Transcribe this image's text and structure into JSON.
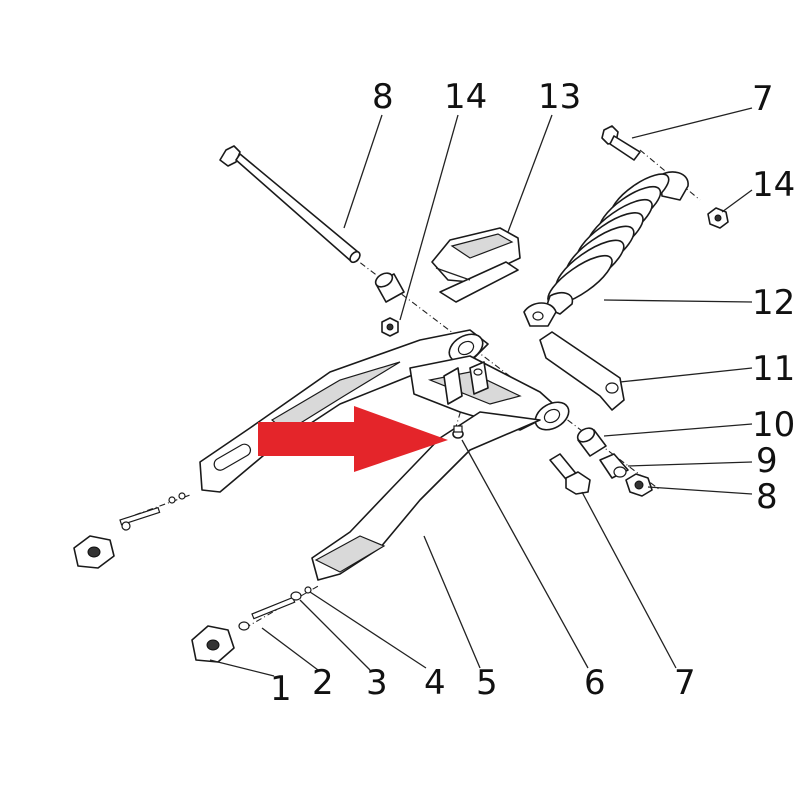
{
  "callouts": {
    "c8_top": "8",
    "c14_top": "14",
    "c13": "13",
    "c7_top": "7",
    "c14_right": "14",
    "c12": "12",
    "c11": "11",
    "c10": "10",
    "c9": "9",
    "c8_right": "8",
    "c1": "1",
    "c2": "2",
    "c3": "3",
    "c4": "4",
    "c5": "5",
    "c6": "6",
    "c7_bottom": "7"
  },
  "colors": {
    "arrow": "#e4252a",
    "line": "#1a1a1a",
    "background": "#ffffff"
  }
}
